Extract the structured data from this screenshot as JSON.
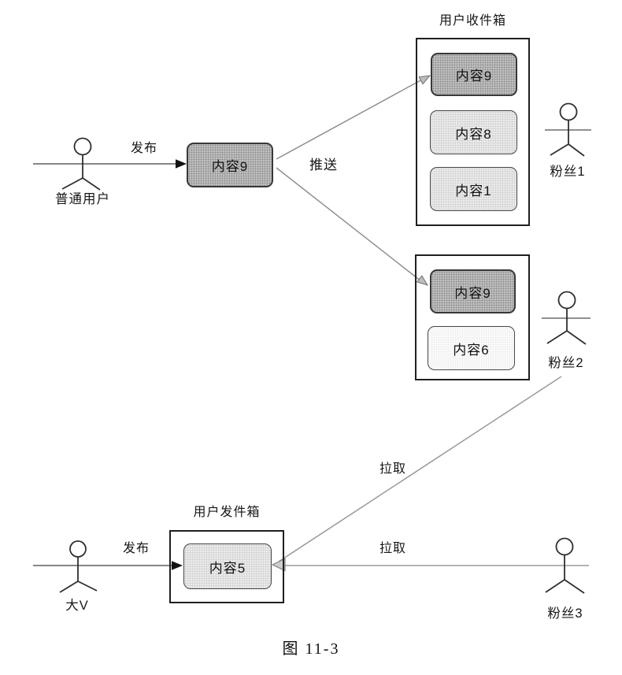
{
  "figure": {
    "caption": "图 11-3"
  },
  "actors": {
    "ordinary_user": {
      "label": "普通用户"
    },
    "fan1": {
      "label": "粉丝1"
    },
    "fan2": {
      "label": "粉丝2"
    },
    "big_v": {
      "label": "大V"
    },
    "fan3": {
      "label": "粉丝3"
    }
  },
  "edges": {
    "publish_top": {
      "label": "发布"
    },
    "push": {
      "label": "推送"
    },
    "pull_fan2": {
      "label": "拉取"
    },
    "pull_fan3": {
      "label": "拉取"
    },
    "publish_bottom": {
      "label": "发布"
    }
  },
  "nodes": {
    "published_content": {
      "label": "内容9"
    }
  },
  "inbox": {
    "title": "用户收件箱",
    "items": [
      {
        "label": "内容9",
        "highlight": true
      },
      {
        "label": "内容8",
        "highlight": false
      },
      {
        "label": "内容1",
        "highlight": false
      }
    ]
  },
  "inbox2": {
    "items": [
      {
        "label": "内容9",
        "highlight": true
      },
      {
        "label": "内容6",
        "highlight": false
      }
    ]
  },
  "outbox": {
    "title": "用户发件箱",
    "items": [
      {
        "label": "内容5",
        "highlight": false
      }
    ]
  },
  "colors": {
    "highlight_box_fill": "#c0c0c0",
    "light_box_fill": "#ebebeb",
    "white_box_fill": "#fbfbfb",
    "box_border": "#383838",
    "container_border": "#1f1f1f",
    "connector_gray": "#8f8f8f",
    "arrowhead_black": "#111111",
    "arrowhead_gray": "#cdcdcd"
  }
}
